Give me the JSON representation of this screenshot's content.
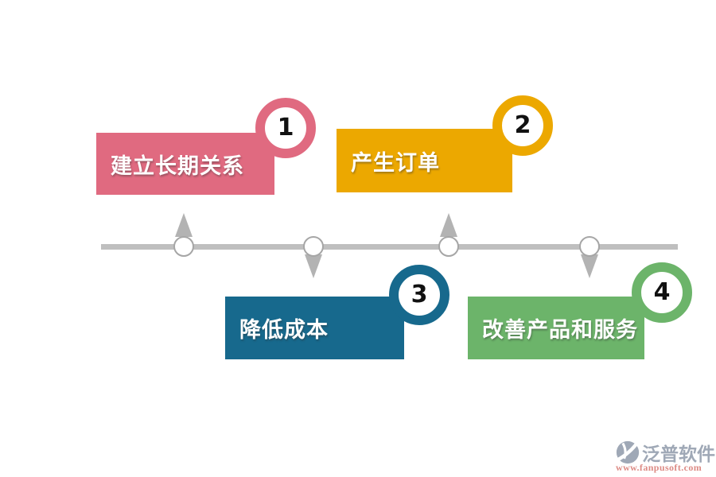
{
  "diagram": {
    "steps": [
      {
        "number": "1",
        "label": "建立长期关系",
        "color": "#e06a80"
      },
      {
        "number": "2",
        "label": "产生订单",
        "color": "#eca800"
      },
      {
        "number": "3",
        "label": "降低成本",
        "color": "#17698d"
      },
      {
        "number": "4",
        "label": "改善产品和服务",
        "color": "#6cb46a"
      }
    ],
    "timeline": {
      "line_color": "#bfbfbf",
      "node_fill": "#ffffff",
      "node_stroke": "#a6a6a6",
      "arrow_color": "#b3b3b3"
    },
    "badge": {
      "inner_color": "#ffffff",
      "number_color": "#111111"
    }
  },
  "watermark": {
    "brand": "泛普软件",
    "url": "www.fanpusoft.com",
    "brand_color": "#9fa8b6",
    "url_color": "#dd8b85",
    "logo_color": "#9fa8b6"
  }
}
